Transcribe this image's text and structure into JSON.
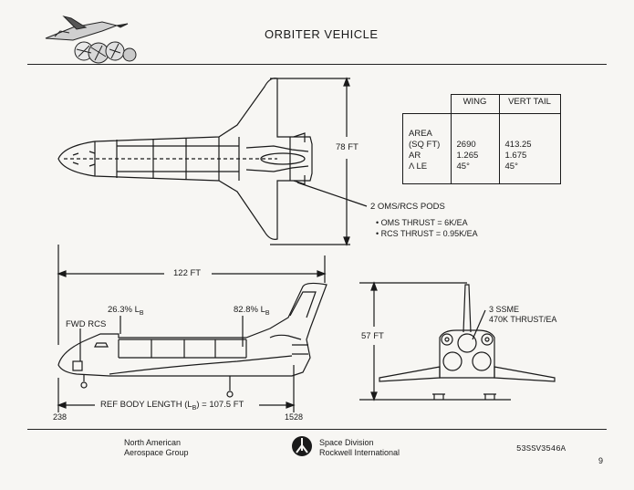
{
  "title": "ORBITER VEHICLE",
  "logo": {
    "icon": "space-shuttle-globe-logo"
  },
  "spec_table": {
    "columns": [
      "WING",
      "VERT TAIL"
    ],
    "row_labels": [
      "AREA",
      "(SQ FT)",
      "AR",
      "Λ LE"
    ],
    "wing_values": [
      "2690",
      "1.265",
      "45°"
    ],
    "tail_values": [
      "413.25",
      "1.675",
      "45°"
    ]
  },
  "dimensions": {
    "span": "78 FT",
    "length": "122 FT",
    "height": "57 FT",
    "ref_body_length": "REF BODY LENGTH (L",
    "ref_body_length_sub": "B",
    "ref_body_length_value": ") = 107.5 FT",
    "station_fwd": "238",
    "station_aft": "1528"
  },
  "annotations": {
    "oms_pods": "2 OMS/RCS PODS",
    "oms_thrust": "• OMS THRUST = 6K/EA",
    "rcs_thrust": "• RCS THRUST = 0.95K/EA",
    "pct_fwd": "26.3% L",
    "pct_fwd_sub": "B",
    "pct_aft": "82.8% L",
    "pct_aft_sub": "B",
    "fwd_rcs": "FWD RCS",
    "ssme": "3 SSME",
    "ssme_thrust": "470K THRUST/EA"
  },
  "footer": {
    "left_line1": "North American",
    "left_line2": "Aerospace Group",
    "center_line1": "Space Division",
    "center_line2": "Rockwell International",
    "doc_number": "53SSV3546A",
    "page_number": "9",
    "center_icon": "rockwell-logo-icon"
  }
}
